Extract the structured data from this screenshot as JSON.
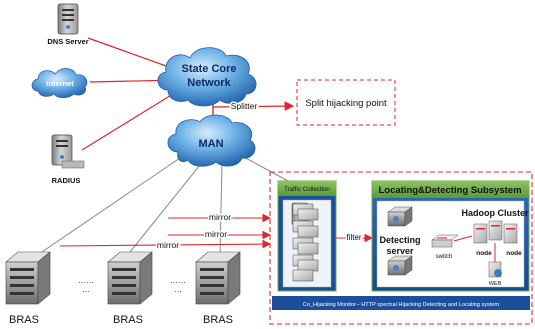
{
  "nodes": {
    "dns_server": "DNS Server",
    "internet": "Internet",
    "radius": "RADIUS",
    "state_core": [
      "State Core",
      "Network"
    ],
    "man": "MAN",
    "bras": [
      "BRAS",
      "BRAS",
      "BRAS"
    ],
    "ellipsis": [
      "……",
      "…"
    ]
  },
  "edges": {
    "splitter": "Splitter",
    "mirror": [
      "mirror",
      "mirror",
      "mirror"
    ],
    "filter": "filter"
  },
  "split_point": "Split hijacking point",
  "traffic_collection": "Traffic Collection",
  "subsystem": {
    "title": "Locating&Detecting Subsystem",
    "detecting_server": [
      "Detecting",
      "server"
    ],
    "switch": "switch",
    "hadoop": "Hadoop Cluster",
    "node": [
      "node",
      "node"
    ],
    "web": "WEB"
  },
  "footer": "Co_Hijacking Monitor-- HTTP spectral Hijacking Detecting and Locating system",
  "colors": {
    "red": "#e0262a",
    "cloud": "#3e8fd4",
    "panel_blue": "#1b4f9c",
    "panel_green": "#6fae45"
  }
}
